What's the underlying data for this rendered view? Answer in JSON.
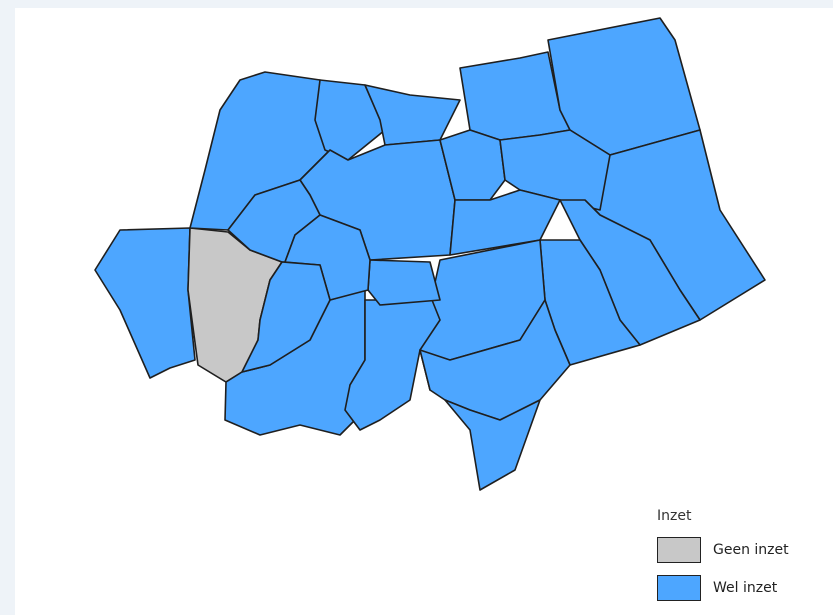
{
  "colors": {
    "geen": "#c8c8c8",
    "wel": "#4da6ff",
    "stroke": "#1f1f1f"
  },
  "legend": {
    "title": "Inzet",
    "items": [
      {
        "label": "Geen inzet",
        "color": "#c8c8c8"
      },
      {
        "label": "Wel inzet",
        "color": "#4da6ff"
      }
    ]
  },
  "regions": [
    {
      "id": "west",
      "status": "wel"
    },
    {
      "id": "grey",
      "status": "geen"
    },
    {
      "id": "nw",
      "status": "wel"
    },
    {
      "id": "north-mid",
      "status": "wel"
    },
    {
      "id": "north-c",
      "status": "wel"
    },
    {
      "id": "north-ne",
      "status": "wel"
    },
    {
      "id": "far-ne",
      "status": "wel"
    },
    {
      "id": "east-big",
      "status": "wel"
    },
    {
      "id": "center-a",
      "status": "wel"
    },
    {
      "id": "center-b",
      "status": "wel"
    },
    {
      "id": "center-c",
      "status": "wel"
    },
    {
      "id": "mid-e",
      "status": "wel"
    },
    {
      "id": "se1",
      "status": "wel"
    },
    {
      "id": "se2",
      "status": "wel"
    },
    {
      "id": "se3",
      "status": "wel"
    },
    {
      "id": "south-w",
      "status": "wel"
    },
    {
      "id": "south-c",
      "status": "wel"
    },
    {
      "id": "south-e",
      "status": "wel"
    },
    {
      "id": "south-tail",
      "status": "wel"
    },
    {
      "id": "center-sq",
      "status": "wel"
    },
    {
      "id": "wc1",
      "status": "wel"
    },
    {
      "id": "wc2",
      "status": "wel"
    },
    {
      "id": "wc3",
      "status": "wel"
    }
  ]
}
